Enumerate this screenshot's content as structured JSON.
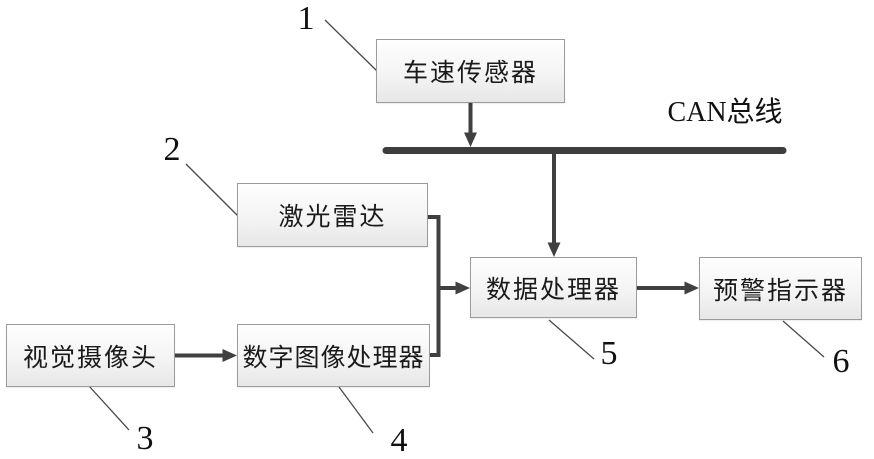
{
  "diagram": {
    "bus": {
      "label": "CAN总线"
    },
    "nodes": {
      "speed_sensor": {
        "label": "车速传感器",
        "ref": "1"
      },
      "lidar": {
        "label": "激光雷达",
        "ref": "2"
      },
      "camera": {
        "label": "视觉摄像头",
        "ref": "3"
      },
      "image_processor": {
        "label": "数字图像处理器",
        "ref": "4"
      },
      "data_processor": {
        "label": "数据处理器",
        "ref": "5"
      },
      "warning_indicator": {
        "label": "预警指示器",
        "ref": "6"
      }
    },
    "refs": {
      "r1": "1",
      "r2": "2",
      "r3": "3",
      "r4": "4",
      "r5": "5",
      "r6": "6"
    },
    "edges": [
      {
        "from": "speed_sensor",
        "to": "can_bus",
        "style": "arrow-down"
      },
      {
        "from": "can_bus",
        "to": "data_processor",
        "style": "arrow-down"
      },
      {
        "from": "camera",
        "to": "image_processor",
        "style": "arrow-right"
      },
      {
        "from": "lidar",
        "to": "data_processor",
        "style": "elbow-merge-arrow-right"
      },
      {
        "from": "image_processor",
        "to": "data_processor",
        "style": "elbow-merge-arrow-right"
      },
      {
        "from": "data_processor",
        "to": "warning_indicator",
        "style": "arrow-right"
      }
    ],
    "colors": {
      "line": "#404040",
      "bus_bar": "#3d3d3d",
      "leader_line": "#4a4a4a",
      "box_border": "#9b9b9b",
      "box_fill_top": "#fefefe",
      "box_fill_bottom": "#e7e7e7",
      "text": "#1a1a1a",
      "background": "#ffffff"
    }
  }
}
